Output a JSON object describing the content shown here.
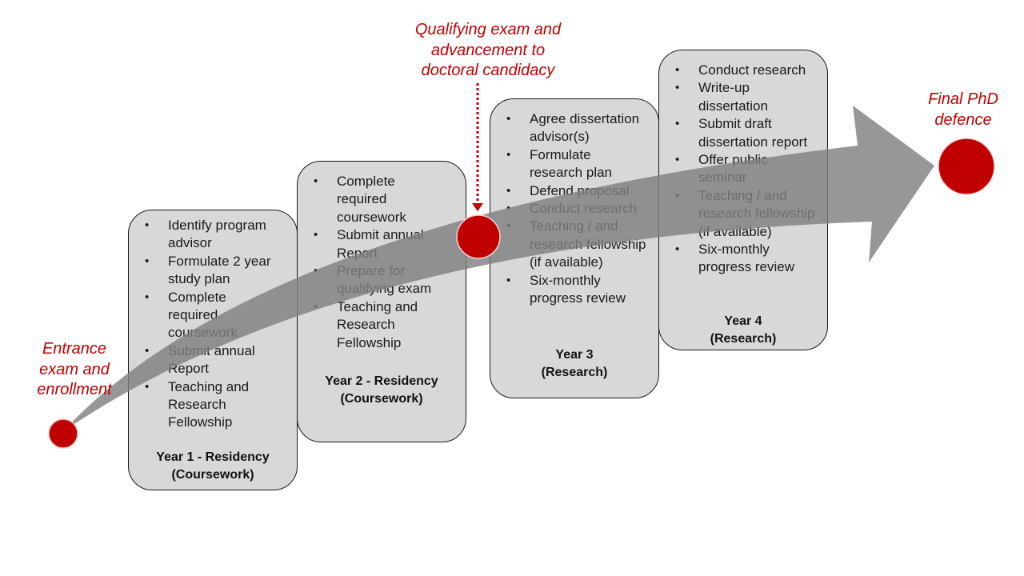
{
  "milestones": {
    "entrance": [
      "Entrance",
      "exam and",
      "enrollment"
    ],
    "qualifying": [
      "Qualifying exam and",
      "advancement to",
      "doctoral candidacy"
    ],
    "final": [
      "Final PhD",
      "defence"
    ]
  },
  "years": [
    {
      "items": [
        "Identify program advisor",
        "Formulate 2 year study plan",
        "Complete required coursework",
        "Submit annual Report",
        "Teaching and Research Fellowship"
      ],
      "label": [
        "Year 1 - Residency",
        "(Coursework)"
      ]
    },
    {
      "items": [
        "Complete required coursework",
        "Submit annual Report",
        "Prepare for qualifying exam",
        "Teaching and Research Fellowship"
      ],
      "label": [
        "Year 2 - Residency",
        "(Coursework)"
      ]
    },
    {
      "items": [
        "Agree dissertation advisor(s)",
        "Formulate research plan",
        "Defend proposal",
        "Conduct research",
        "Teaching / and research fellowship (if available)",
        "Six-monthly progress review"
      ],
      "label": [
        "Year 3",
        "(Research)"
      ]
    },
    {
      "items": [
        "Conduct research",
        "Write-up dissertation",
        "Submit draft dissertation report",
        "Offer public seminar",
        "Teaching / and research fellowship (if available)",
        "Six-monthly progress review"
      ],
      "label": [
        "Year 4",
        "(Research)"
      ]
    }
  ],
  "colors": {
    "accent": "#c00000",
    "box_fill": "#d9d8d8",
    "arrow": "#808080"
  }
}
